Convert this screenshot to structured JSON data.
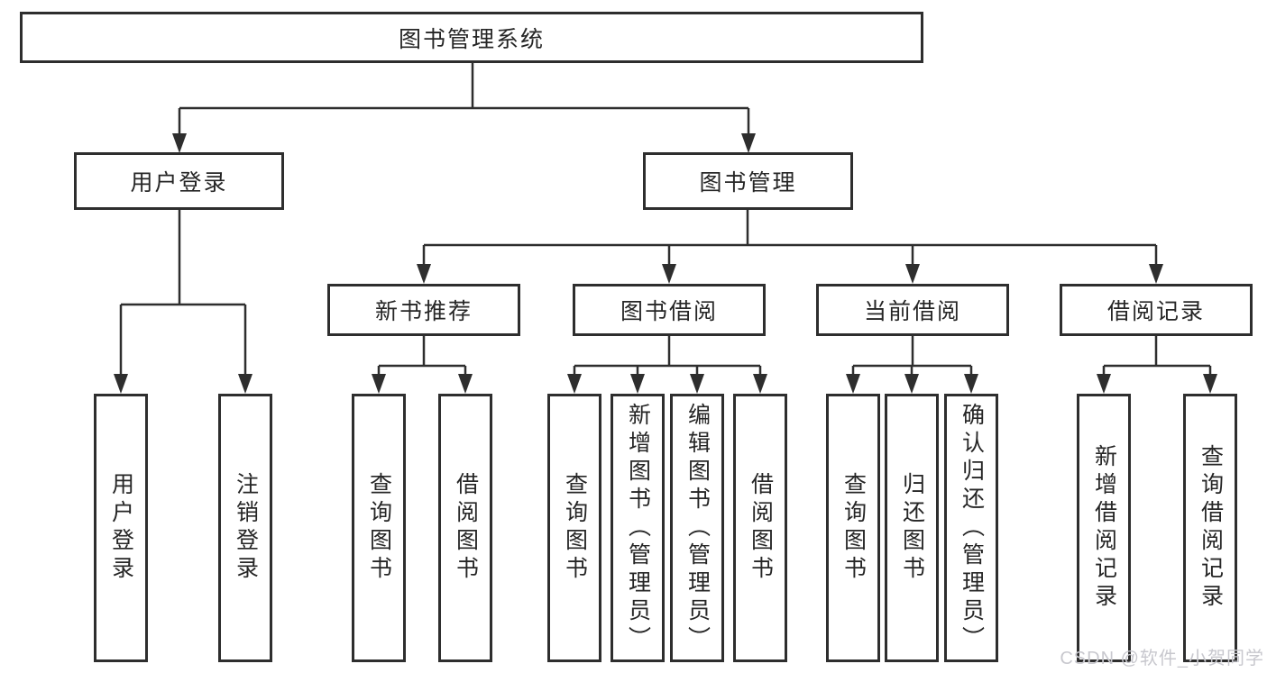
{
  "title": "图书管理系统",
  "level2": [
    "用户登录",
    "图书管理"
  ],
  "level3": [
    "新书推荐",
    "图书借阅",
    "当前借阅",
    "借阅记录"
  ],
  "groups": [
    [
      "用户登录",
      "注销登录"
    ],
    [
      "查询图书",
      "借阅图书"
    ],
    [
      "查询图书",
      "新增图书（管理员）",
      "编辑图书（管理员）",
      "借阅图书"
    ],
    [
      "查询图书",
      "归还图书",
      "确认归还（管理员）"
    ],
    [
      "新增借阅记录",
      "查询借阅记录"
    ]
  ],
  "watermark": "CSDN @软件_小贺同学",
  "colors": {
    "line": "#2e2e2e",
    "text": "#262626",
    "watermark": "#c8c8ce",
    "background": "#ffffff"
  }
}
